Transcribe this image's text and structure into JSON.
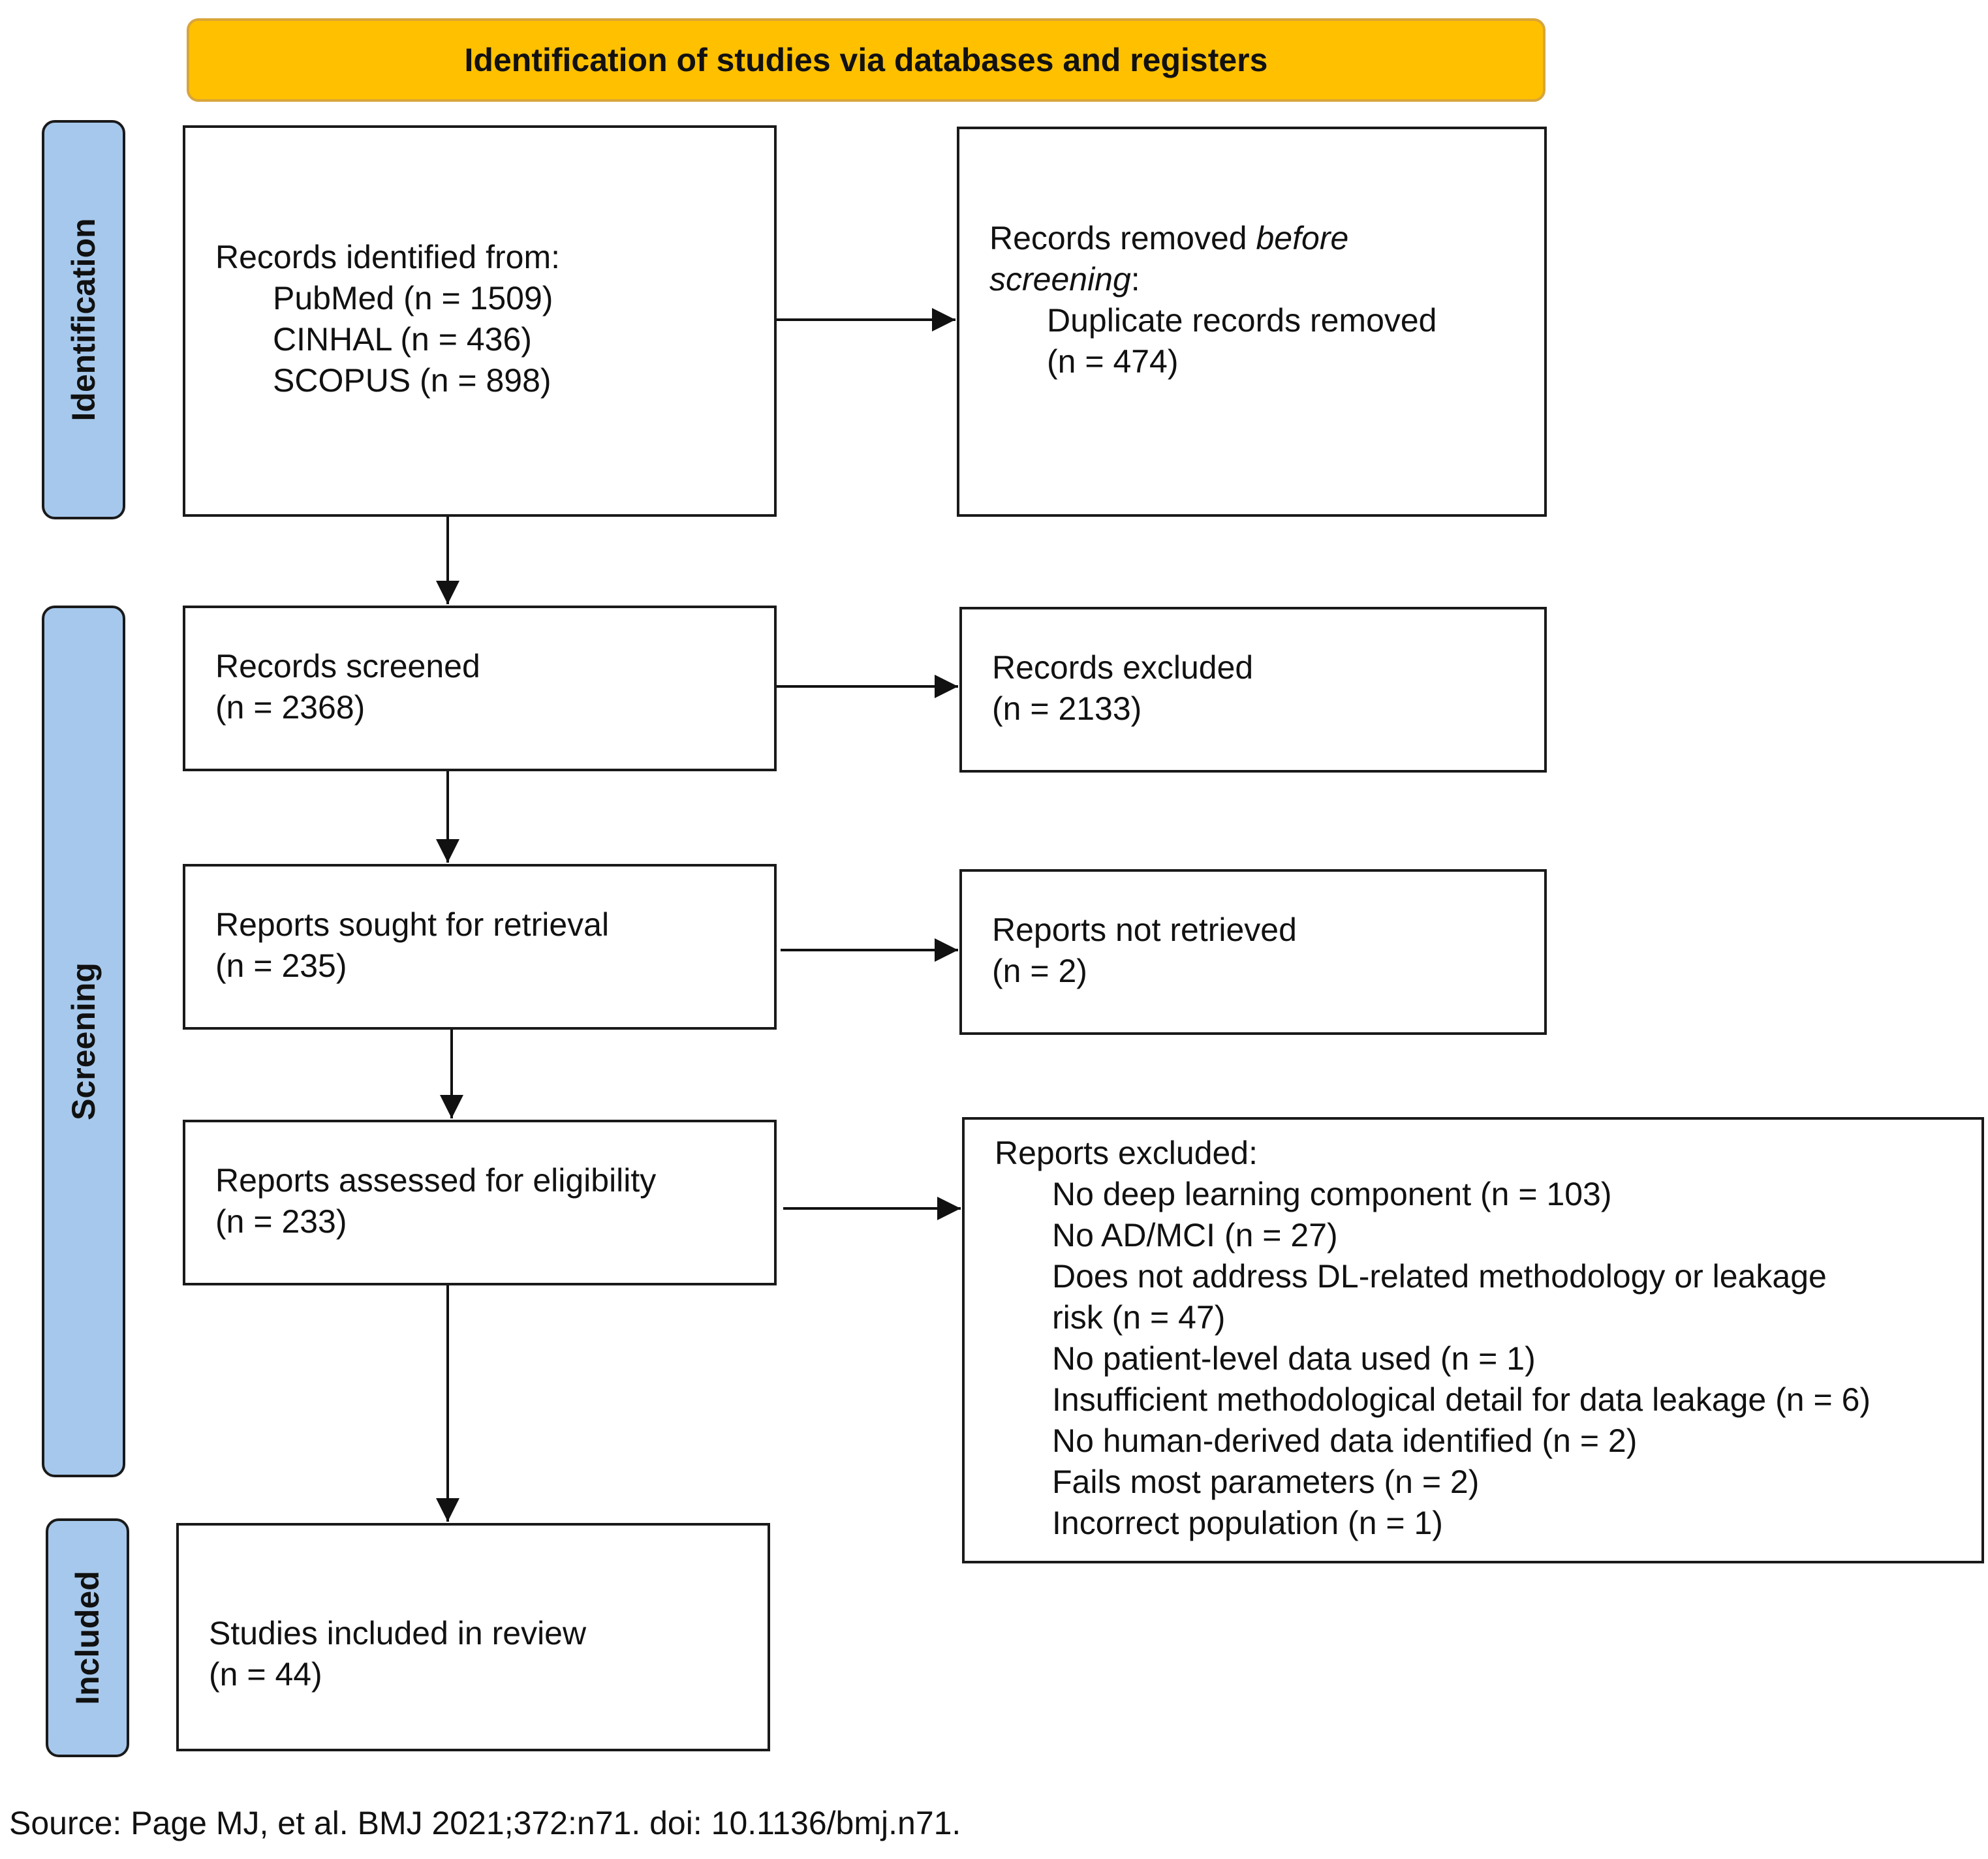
{
  "colors": {
    "banner_fill": "#FFC000",
    "banner_border": "#D9A53A",
    "stage_fill": "#A6C8EC",
    "box_border": "#1A1A1A"
  },
  "header": {
    "title": "Identification of studies via databases and registers"
  },
  "stages": {
    "identification": "Identification",
    "screening": "Screening",
    "included": "Included"
  },
  "identification": {
    "records_identified": {
      "heading": "Records identified from:",
      "sources": [
        "PubMed (n = 1509)",
        "CINHAL (n = 436)",
        "SCOPUS (n = 898)"
      ]
    },
    "records_removed": {
      "heading_before": "Records removed ",
      "heading_italic_1": "before",
      "heading_italic_2": "screening",
      "heading_after": ":",
      "item_label": "Duplicate records removed",
      "item_count": "(n = 474)"
    }
  },
  "screening": {
    "records_screened": {
      "label": "Records screened",
      "count": "(n = 2368)"
    },
    "records_excluded": {
      "label": "Records excluded",
      "count": "(n = 2133)"
    },
    "reports_sought": {
      "label": "Reports sought for retrieval",
      "count": "(n = 235)"
    },
    "reports_not_retrieved": {
      "label": "Reports not retrieved",
      "count": "(n = 2)"
    },
    "reports_assessed": {
      "label": "Reports assessed for eligibility",
      "count": "(n = 233)"
    },
    "reports_excluded": {
      "heading": "Reports excluded:",
      "reasons": [
        "No deep learning component (n = 103)",
        "No AD/MCI (n = 27)",
        "Does not address DL-related methodology or leakage",
        "risk (n = 47)",
        "No patient-level data used (n = 1)",
        "Insufficient methodological detail for data leakage (n = 6)",
        "No human-derived data identified (n = 2)",
        "Fails most parameters (n = 2)",
        "Incorrect population (n = 1)"
      ]
    }
  },
  "included": {
    "studies_included": {
      "label": "Studies included in review",
      "count": "(n = 44)"
    }
  },
  "footer": {
    "source": "Source: Page MJ, et al. BMJ 2021;372:n71. doi: 10.1136/bmj.n71."
  }
}
